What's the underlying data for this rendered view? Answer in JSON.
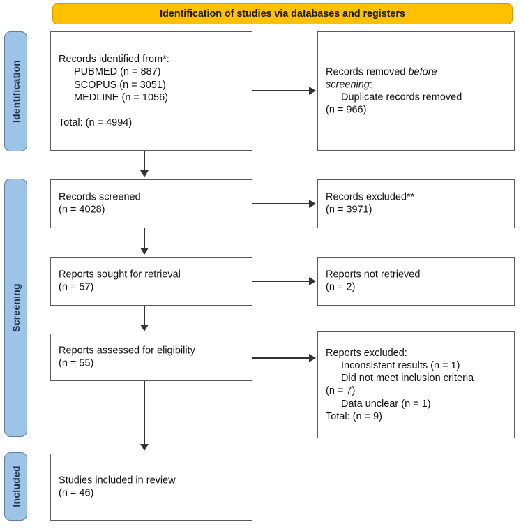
{
  "diagram": {
    "type": "prisma-flow-diagram",
    "header": {
      "title": "Identification of studies via databases and registers",
      "color": "#ffc000"
    },
    "stages": [
      {
        "id": "identification",
        "label": "Identification",
        "color": "#9dc3e6"
      },
      {
        "id": "screening",
        "label": "Screening",
        "color": "#9dc3e6"
      },
      {
        "id": "included",
        "label": "Included",
        "color": "#9dc3e6"
      }
    ],
    "boxes": {
      "records_identified": {
        "title": "Records identified from*:",
        "sources": [
          {
            "name": "PUBMED",
            "n": 887,
            "text": "PUBMED (n = 887)"
          },
          {
            "name": "SCOPUS",
            "n": 3051,
            "text": "SCOPUS (n = 3051)"
          },
          {
            "name": "MEDLINE",
            "n": 1056,
            "text": "MEDLINE (n = 1056)"
          }
        ],
        "total_text": "Total: (n = 4994)",
        "total_n": 4994
      },
      "records_removed": {
        "line1_plain": "Records removed ",
        "line1_italic": "before",
        "line2_italic": "screening",
        "line2_plain": ":",
        "detail": "Duplicate records removed",
        "detail_n_text": "(n = 966)",
        "detail_n": 966
      },
      "records_screened": {
        "title": "Records screened",
        "n_text": "(n = 4028)",
        "n": 4028
      },
      "records_excluded": {
        "title": "Records excluded**",
        "n_text": "(n = 3971)",
        "n": 3971
      },
      "reports_sought": {
        "title": "Reports sought for retrieval",
        "n_text": "(n = 57)",
        "n": 57
      },
      "reports_not_retrieved": {
        "title": "Reports not retrieved",
        "n_text": "(n = 2)",
        "n": 2
      },
      "reports_assessed": {
        "title": "Reports assessed for eligibility",
        "n_text": "(n = 55)",
        "n": 55
      },
      "reports_excluded": {
        "title": "Reports excluded:",
        "reasons": [
          {
            "reason": "Inconsistent results",
            "n": 1,
            "text": "Inconsistent results (n = 1)"
          },
          {
            "reason": "Did not meet inclusion criteria",
            "n": 7,
            "text": "Did not meet inclusion criteria"
          },
          {
            "reason": "",
            "n": 7,
            "text": "(n = 7)"
          },
          {
            "reason": "Data unclear",
            "n": 1,
            "text": "Data unclear (n = 1)"
          }
        ],
        "total_text": "Total: (n = 9)",
        "total_n": 9
      },
      "studies_included": {
        "title": "Studies included in review",
        "n_text": "(n = 46)",
        "n": 46
      }
    }
  }
}
